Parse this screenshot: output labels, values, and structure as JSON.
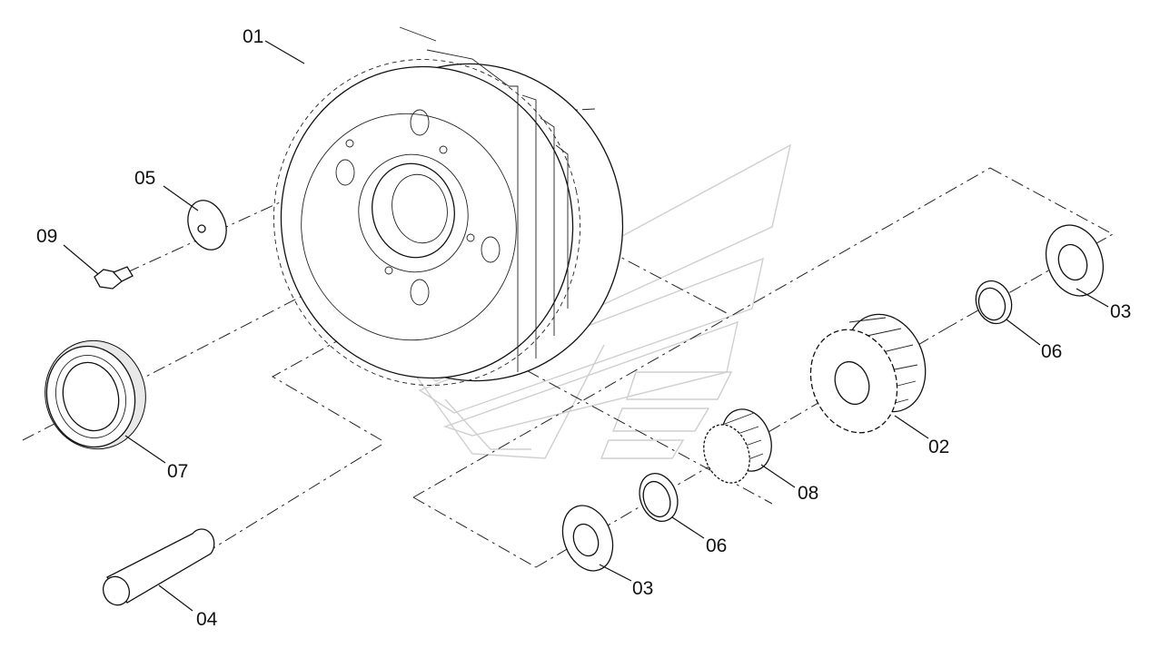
{
  "diagram": {
    "type": "exploded parts view",
    "callouts": [
      {
        "id": "01",
        "label": "01",
        "part": "large-gear"
      },
      {
        "id": "02",
        "label": "02",
        "part": "pinion-gear"
      },
      {
        "id": "03a",
        "label": "03",
        "part": "thrust-washer-right"
      },
      {
        "id": "03b",
        "label": "03",
        "part": "thrust-washer-bottom"
      },
      {
        "id": "04",
        "label": "04",
        "part": "pin-shaft"
      },
      {
        "id": "05",
        "label": "05",
        "part": "washer"
      },
      {
        "id": "06a",
        "label": "06",
        "part": "ring-right"
      },
      {
        "id": "06b",
        "label": "06",
        "part": "ring-bottom"
      },
      {
        "id": "07",
        "label": "07",
        "part": "bearing"
      },
      {
        "id": "08",
        "label": "08",
        "part": "needle-bearing"
      },
      {
        "id": "09",
        "label": "09",
        "part": "bolt"
      }
    ],
    "colors": {
      "line": "#111111",
      "watermark": "#cfcfcf",
      "background": "#ffffff"
    }
  }
}
